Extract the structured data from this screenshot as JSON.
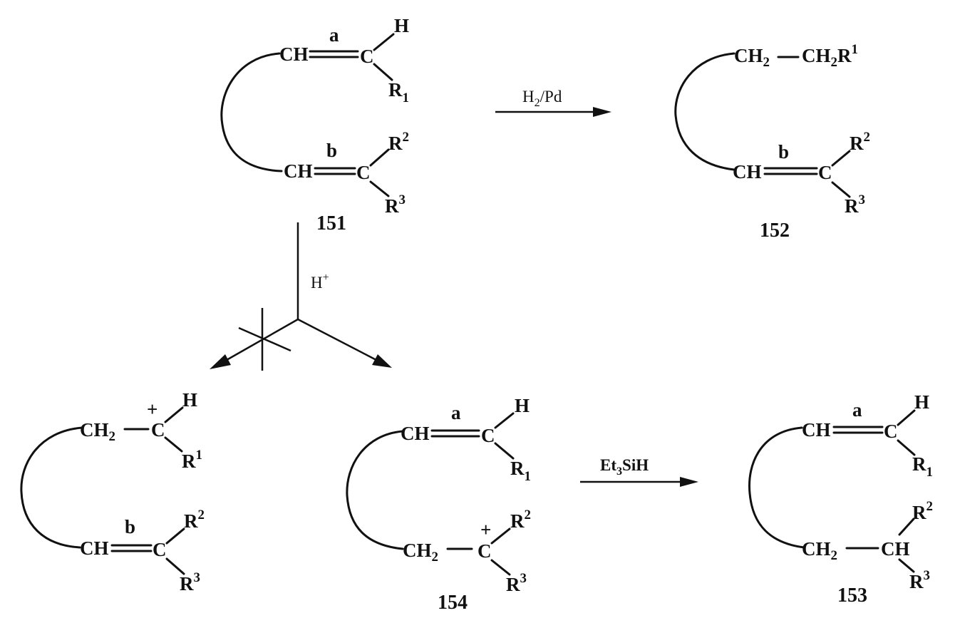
{
  "scheme": {
    "reagents": {
      "hydrogenation": "H2/Pd",
      "acid": "H+",
      "silane": "Et3SiH"
    },
    "compounds": {
      "c151": "151",
      "c152": "152",
      "c153": "153",
      "c154": "154"
    },
    "atoms": {
      "CH": "CH",
      "C": "C",
      "H": "H",
      "CH2": "CH2",
      "CH2R1": "CH2R1",
      "R1_sub": "R1",
      "R1_sup": "R1",
      "R2": "R2",
      "R3": "R3",
      "plus": "+",
      "bond_a": "a",
      "bond_b": "b"
    }
  }
}
